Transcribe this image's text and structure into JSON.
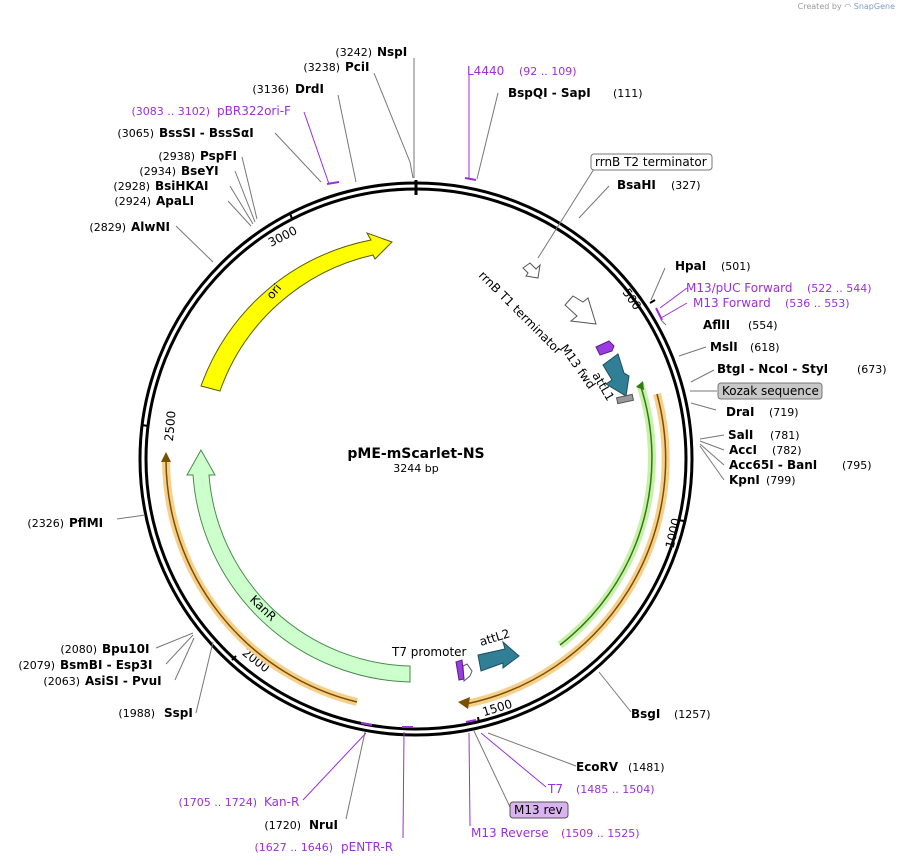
{
  "credit": {
    "prefix": "Created by",
    "brand": "SnapGene"
  },
  "plasmid": {
    "name": "pME-mScarlet-NS",
    "size_label": "3244 bp",
    "length": 3244
  },
  "ticks": [
    "500",
    "1000",
    "1500",
    "2000",
    "2500",
    "3000"
  ],
  "sites": [
    {
      "pos": "(3242)",
      "name": "NspI"
    },
    {
      "pos": "(3238)",
      "name": "PciI"
    },
    {
      "pos": "(3136)",
      "name": "DrdI"
    },
    {
      "pos": "(3065)",
      "name": "BssSI  -  BssSαI"
    },
    {
      "pos": "(2938)",
      "name": "PspFI"
    },
    {
      "pos": "(2934)",
      "name": "BseYI"
    },
    {
      "pos": "(2928)",
      "name": "BsiHKAI"
    },
    {
      "pos": "(2924)",
      "name": "ApaLI"
    },
    {
      "pos": "(2829)",
      "name": "AlwNI"
    },
    {
      "pos": "(2326)",
      "name": "PflMI"
    },
    {
      "pos": "(2080)",
      "name": "Bpu10I"
    },
    {
      "pos": "(2079)",
      "name": "BsmBI  -  Esp3I"
    },
    {
      "pos": "(2063)",
      "name": "AsiSI  -  PvuI"
    },
    {
      "pos": "(1988)",
      "name": "SspI"
    },
    {
      "pos": "(1720)",
      "name": "NruI"
    },
    {
      "pos": "(111)",
      "name": "BspQI  -  SapI"
    },
    {
      "pos": "(327)",
      "name": "BsaHI"
    },
    {
      "pos": "(501)",
      "name": "HpaI"
    },
    {
      "pos": "(554)",
      "name": "AflII"
    },
    {
      "pos": "(618)",
      "name": "MslI"
    },
    {
      "pos": "(673)",
      "name": "BtgI  -  NcoI  -  StyI"
    },
    {
      "pos": "(719)",
      "name": "DraI"
    },
    {
      "pos": "(781)",
      "name": "SalI"
    },
    {
      "pos": "(782)",
      "name": "AccI"
    },
    {
      "pos": "(795)",
      "name": "Acc65I  -  BanI"
    },
    {
      "pos": "(799)",
      "name": "KpnI"
    },
    {
      "pos": "(1257)",
      "name": "BsgI"
    },
    {
      "pos": "(1481)",
      "name": "EcoRV"
    }
  ],
  "primers": [
    {
      "name": "L4440",
      "range": "(92 .. 109)"
    },
    {
      "name": "pBR322ori-F",
      "range": "(3083 .. 3102)"
    },
    {
      "name": "M13/pUC Forward",
      "range": "(522 .. 544)"
    },
    {
      "name": "M13 Forward",
      "range": "(536 .. 553)"
    },
    {
      "name": "Kan-R",
      "range": "(1705 .. 1724)"
    },
    {
      "name": "pENTR-R",
      "range": "(1627 .. 1646)"
    },
    {
      "name": "T7",
      "range": "(1485 .. 1504)"
    },
    {
      "name": "M13 Reverse",
      "range": "(1509 .. 1525)"
    }
  ],
  "boxed_labels": [
    {
      "text": "rrnB T2 terminator",
      "style": "white"
    },
    {
      "text": "Kozak sequence",
      "style": "gray"
    },
    {
      "text": "M13 rev",
      "style": "purple"
    }
  ],
  "features": [
    {
      "name": "ori",
      "color": "#ffff00"
    },
    {
      "name": "KanR",
      "color": "#ccffcc"
    },
    {
      "name": "rrnB T1 terminator",
      "color": "#ffffff"
    },
    {
      "name": "M13 fwd",
      "color": "#993de0"
    },
    {
      "name": "attL1",
      "color": "#317f97"
    },
    {
      "name": "T7 promoter",
      "color": "#ffffff"
    },
    {
      "name": "attL2",
      "color": "#317f97"
    }
  ]
}
